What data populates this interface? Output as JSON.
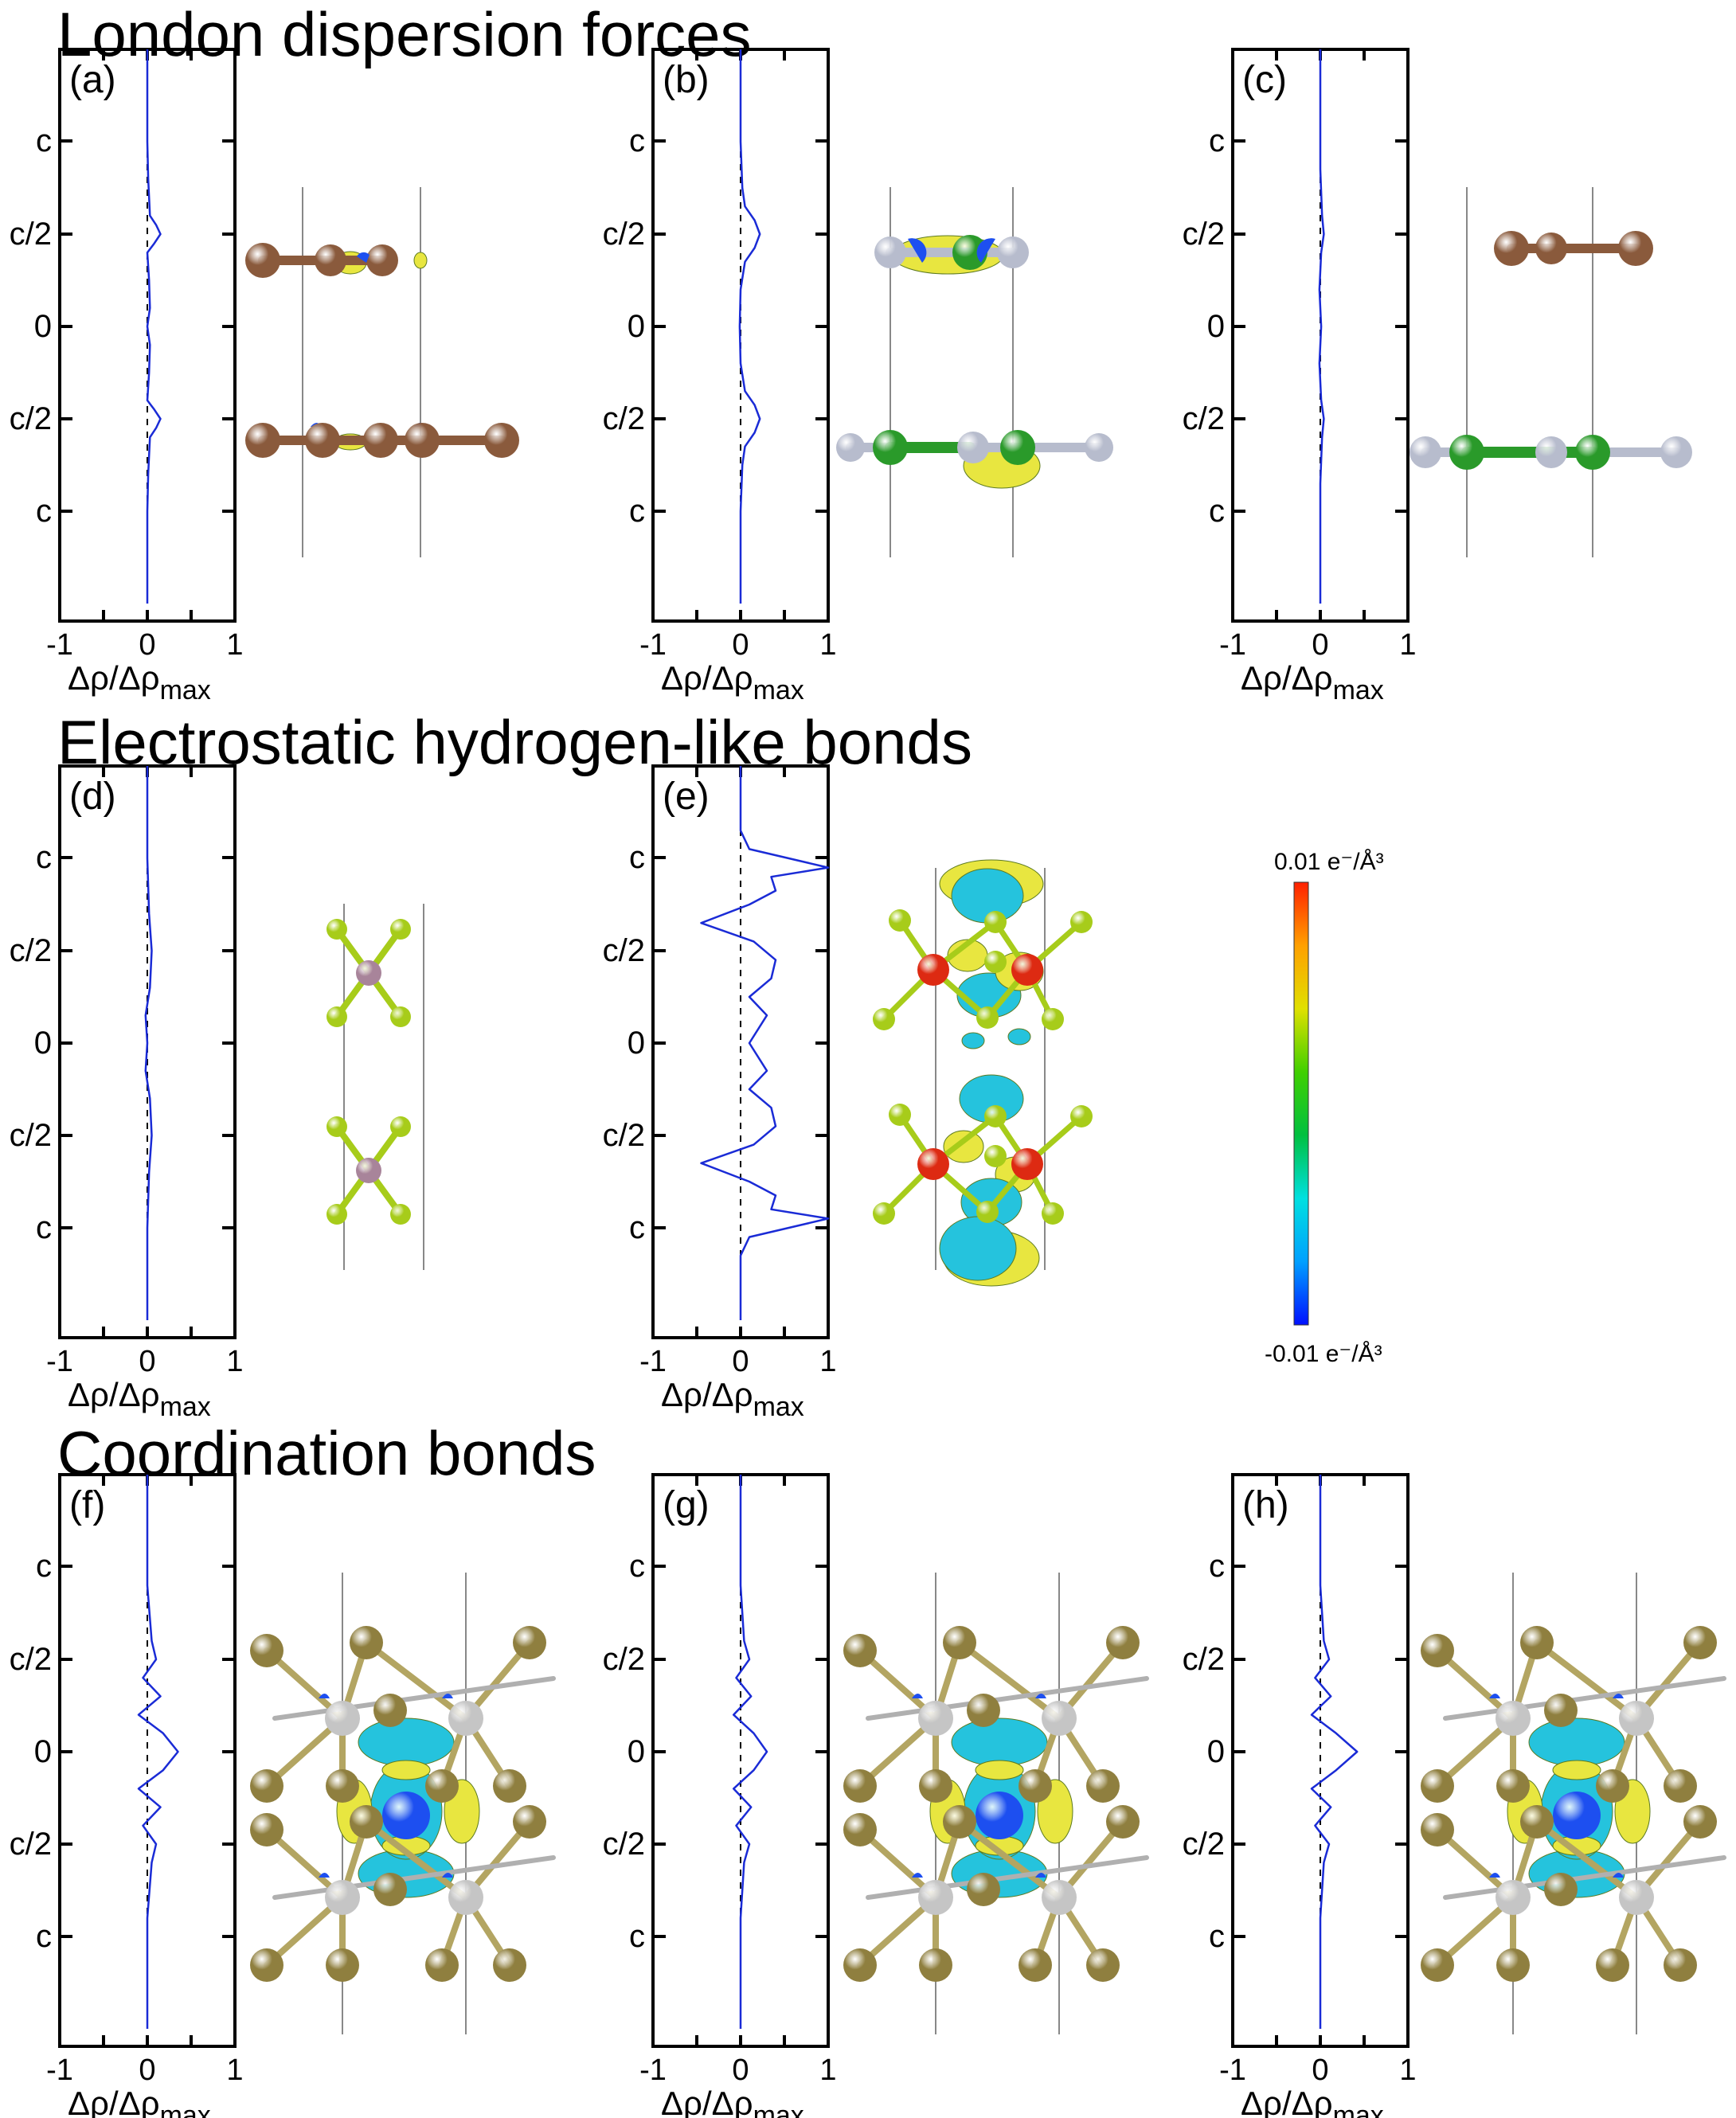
{
  "sections": {
    "london": "London dispersion forces",
    "electrostatic": "Electrostatic hydrogen-like bonds",
    "coordination": "Coordination bonds"
  },
  "colorbar": {
    "max_label": "0.01 e⁻/Å³",
    "min_label": "-0.01 e⁻/Å³",
    "colors": [
      "#0010ff",
      "#00a0ff",
      "#00e0e0",
      "#00c040",
      "#40d000",
      "#e0e000",
      "#ffa000",
      "#ff2000"
    ]
  },
  "atom_colors": {
    "brown": "#8a5a3c",
    "silver": "#b7bccd",
    "green": "#2a9a2a",
    "lime": "#a7cc1a",
    "mauve": "#a8849a",
    "red": "#dd2a12",
    "olive": "#8f7f3f",
    "grey": "#c5c5c5",
    "isoyellow": "#e8e640",
    "isocyan": "#25c3dd",
    "isoblue": "#1d4ff0"
  },
  "chart_data": [
    {
      "panel": "(a)",
      "type": "line",
      "xlabel": "Δρ/Δρmax",
      "xlim": [
        -1,
        1
      ],
      "xticks": [
        "-1",
        "0",
        "1"
      ],
      "yticks": [
        "c",
        "c/2",
        "0",
        "c/2",
        "c"
      ],
      "series": [
        {
          "y": [
            -3.0,
            -2.0,
            -1.6,
            -1.2,
            -1.1,
            -1.0,
            -0.9,
            -0.8,
            -0.5,
            -0.2,
            0.0,
            0.2,
            0.5,
            0.8,
            0.9,
            1.0,
            1.1,
            1.2,
            1.6,
            2.0,
            3.0
          ],
          "x": [
            0.0,
            0.0,
            0.01,
            0.03,
            0.1,
            0.15,
            0.08,
            0.0,
            0.02,
            0.03,
            0.0,
            0.03,
            0.02,
            0.0,
            0.08,
            0.15,
            0.1,
            0.03,
            0.01,
            0.0,
            0.0
          ]
        }
      ]
    },
    {
      "panel": "(b)",
      "type": "line",
      "xlabel": "Δρ/Δρmax",
      "xlim": [
        -1,
        1
      ],
      "xticks": [
        "-1",
        "0",
        "1"
      ],
      "yticks": [
        "c",
        "c/2",
        "0",
        "c/2",
        "c"
      ],
      "series": [
        {
          "y": [
            -3.0,
            -2.0,
            -1.5,
            -1.3,
            -1.15,
            -1.0,
            -0.85,
            -0.7,
            -0.4,
            0.0,
            0.4,
            0.7,
            0.85,
            1.0,
            1.15,
            1.3,
            1.5,
            2.0,
            3.0
          ],
          "x": [
            0.0,
            0.0,
            0.02,
            0.05,
            0.16,
            0.22,
            0.16,
            0.05,
            0.0,
            -0.01,
            0.0,
            0.05,
            0.16,
            0.22,
            0.16,
            0.05,
            0.02,
            0.0,
            0.0
          ]
        }
      ]
    },
    {
      "panel": "(c)",
      "type": "line",
      "xlabel": "Δρ/Δρmax",
      "xlim": [
        -1,
        1
      ],
      "xticks": [
        "-1",
        "0",
        "1"
      ],
      "yticks": [
        "c",
        "c/2",
        "0",
        "c/2",
        "c"
      ],
      "series": [
        {
          "y": [
            -3.0,
            -1.7,
            -1.2,
            -1.0,
            -0.8,
            -0.4,
            0.0,
            0.4,
            0.8,
            1.0,
            1.2,
            1.7,
            3.0
          ],
          "x": [
            0.0,
            0.0,
            0.02,
            0.04,
            0.01,
            -0.01,
            0.01,
            -0.01,
            0.01,
            0.04,
            0.02,
            0.0,
            0.0
          ]
        }
      ]
    },
    {
      "panel": "(d)",
      "type": "line",
      "xlabel": "Δρ/Δρmax",
      "xlim": [
        -1,
        1
      ],
      "xticks": [
        "-1",
        "0",
        "1"
      ],
      "yticks": [
        "c",
        "c/2",
        "0",
        "c/2",
        "c"
      ],
      "series": [
        {
          "y": [
            -3.0,
            -2.0,
            -1.4,
            -1.0,
            -0.6,
            -0.3,
            0.0,
            0.3,
            0.6,
            1.0,
            1.4,
            2.0,
            3.0
          ],
          "x": [
            0.0,
            0.0,
            0.02,
            0.05,
            0.03,
            -0.02,
            0.0,
            -0.02,
            0.03,
            0.05,
            0.02,
            0.0,
            0.0
          ]
        }
      ]
    },
    {
      "panel": "(e)",
      "type": "line",
      "xlabel": "Δρ/Δρmax",
      "xlim": [
        -1,
        1
      ],
      "xticks": [
        "-1",
        "0",
        "1"
      ],
      "yticks": [
        "c",
        "c/2",
        "0",
        "c/2",
        "c"
      ],
      "series": [
        {
          "y": [
            -3.0,
            -2.3,
            -2.1,
            -1.9,
            -1.8,
            -1.65,
            -1.5,
            -1.3,
            -1.1,
            -0.9,
            -0.7,
            -0.5,
            -0.3,
            0.0,
            0.3,
            0.5,
            0.7,
            0.9,
            1.1,
            1.3,
            1.5,
            1.65,
            1.8,
            1.9,
            2.1,
            2.3,
            3.0
          ],
          "x": [
            0.0,
            0.0,
            0.1,
            1.0,
            0.35,
            0.4,
            0.1,
            -0.45,
            0.15,
            0.4,
            0.35,
            0.1,
            0.3,
            0.1,
            0.3,
            0.1,
            0.35,
            0.4,
            0.15,
            -0.45,
            0.1,
            0.4,
            0.35,
            1.0,
            0.1,
            0.0,
            0.0
          ]
        }
      ]
    },
    {
      "panel": "(f)",
      "type": "line",
      "xlabel": "Δρ/Δρmax",
      "xlim": [
        -1,
        1
      ],
      "xticks": [
        "-1",
        "0",
        "1"
      ],
      "yticks": [
        "c",
        "c/2",
        "0",
        "c/2",
        "c"
      ],
      "series": [
        {
          "y": [
            -3.0,
            -1.8,
            -1.2,
            -1.0,
            -0.8,
            -0.6,
            -0.4,
            -0.2,
            0.0,
            0.2,
            0.4,
            0.6,
            0.8,
            1.0,
            1.2,
            1.8,
            3.0
          ],
          "x": [
            0.0,
            0.0,
            0.05,
            0.1,
            -0.05,
            0.15,
            -0.1,
            0.18,
            0.35,
            0.18,
            -0.1,
            0.15,
            -0.05,
            0.1,
            0.05,
            0.0,
            0.0
          ]
        }
      ]
    },
    {
      "panel": "(g)",
      "type": "line",
      "xlabel": "Δρ/Δρmax",
      "xlim": [
        -1,
        1
      ],
      "xticks": [
        "-1",
        "0",
        "1"
      ],
      "yticks": [
        "c",
        "c/2",
        "0",
        "c/2",
        "c"
      ],
      "series": [
        {
          "y": [
            -3.0,
            -1.8,
            -1.2,
            -1.0,
            -0.8,
            -0.6,
            -0.4,
            -0.2,
            0.0,
            0.2,
            0.4,
            0.6,
            0.8,
            1.0,
            1.2,
            1.8,
            3.0
          ],
          "x": [
            0.0,
            0.0,
            0.04,
            0.1,
            -0.05,
            0.12,
            -0.08,
            0.15,
            0.3,
            0.15,
            -0.08,
            0.12,
            -0.05,
            0.1,
            0.04,
            0.0,
            0.0
          ]
        }
      ]
    },
    {
      "panel": "(h)",
      "type": "line",
      "xlabel": "Δρ/Δρmax",
      "xlim": [
        -1,
        1
      ],
      "xticks": [
        "-1",
        "0",
        "1"
      ],
      "yticks": [
        "c",
        "c/2",
        "0",
        "c/2",
        "c"
      ],
      "series": [
        {
          "y": [
            -3.0,
            -1.8,
            -1.2,
            -1.0,
            -0.8,
            -0.6,
            -0.4,
            -0.2,
            0.0,
            0.2,
            0.4,
            0.6,
            0.8,
            1.0,
            1.2,
            1.8,
            3.0
          ],
          "x": [
            0.0,
            0.0,
            0.04,
            0.1,
            -0.06,
            0.12,
            -0.1,
            0.18,
            0.42,
            0.18,
            -0.1,
            0.12,
            -0.06,
            0.1,
            0.04,
            0.0,
            0.0
          ]
        }
      ]
    }
  ]
}
